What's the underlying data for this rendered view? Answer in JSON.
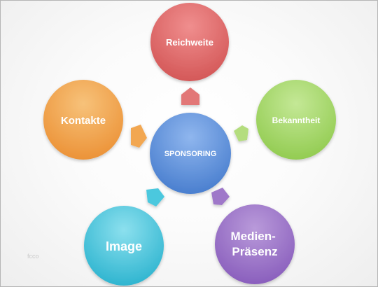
{
  "diagram": {
    "center": {
      "label": "SPONSORING",
      "color": "#5b8fd9"
    },
    "nodes": [
      {
        "id": "reichweite",
        "label": "Reichweite",
        "color": "#e06b6b"
      },
      {
        "id": "bekanntheit",
        "label": "Bekanntheit",
        "color": "#a6d86a"
      },
      {
        "id": "medien",
        "label": "Medien-\nPräsenz",
        "color": "#9b72c6"
      },
      {
        "id": "image",
        "label": "Image",
        "color": "#3fc5dc"
      },
      {
        "id": "kontakte",
        "label": "Kontakte",
        "color": "#f1a24a"
      }
    ],
    "watermark": "fcco"
  }
}
